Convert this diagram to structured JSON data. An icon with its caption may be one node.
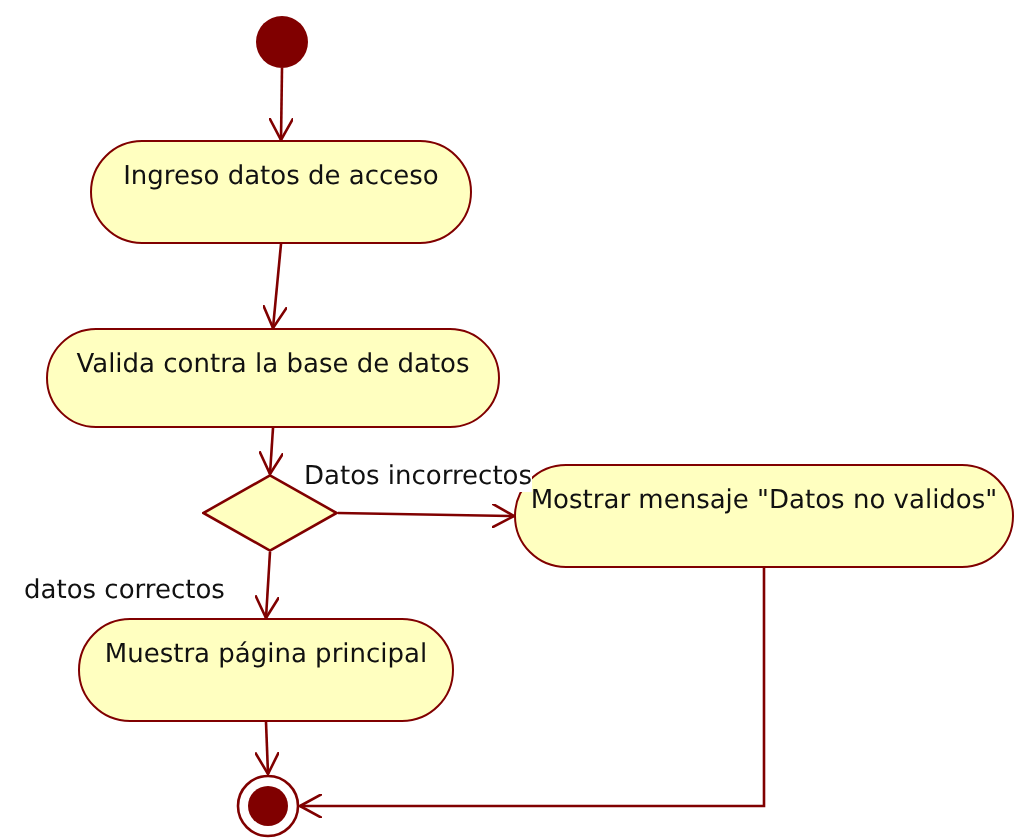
{
  "diagram": {
    "nodes": [
      {
        "text": [],
        "shape": "circle"
      },
      {
        "text": [
          "Ingreso datos de acceso"
        ]
      },
      {
        "text": [
          "Valida contra la base de datos"
        ]
      },
      {
        "text": [],
        "shape": "diamond"
      },
      {
        "text": [
          "Mostrar mensaje \"Datos no validos\""
        ]
      },
      {
        "text": [
          "Muestra página principal"
        ]
      },
      {
        "text": [],
        "shape": "circle"
      }
    ],
    "edges": [
      {
        "from": 0,
        "to": 1,
        "arrow": "to"
      },
      {
        "from": 1,
        "to": 2,
        "arrow": "to"
      },
      {
        "from": 2,
        "to": 3,
        "arrow": "to"
      },
      {
        "from": 3,
        "to": 4,
        "arrow": "to",
        "label": "Datos incorrectos"
      },
      {
        "from": 3,
        "to": 5,
        "arrow": "to",
        "label": "datos correctos"
      },
      {
        "from": 5,
        "to": 6,
        "arrow": "to"
      },
      {
        "from": 4,
        "to": 6,
        "arrow": "to"
      }
    ]
  }
}
